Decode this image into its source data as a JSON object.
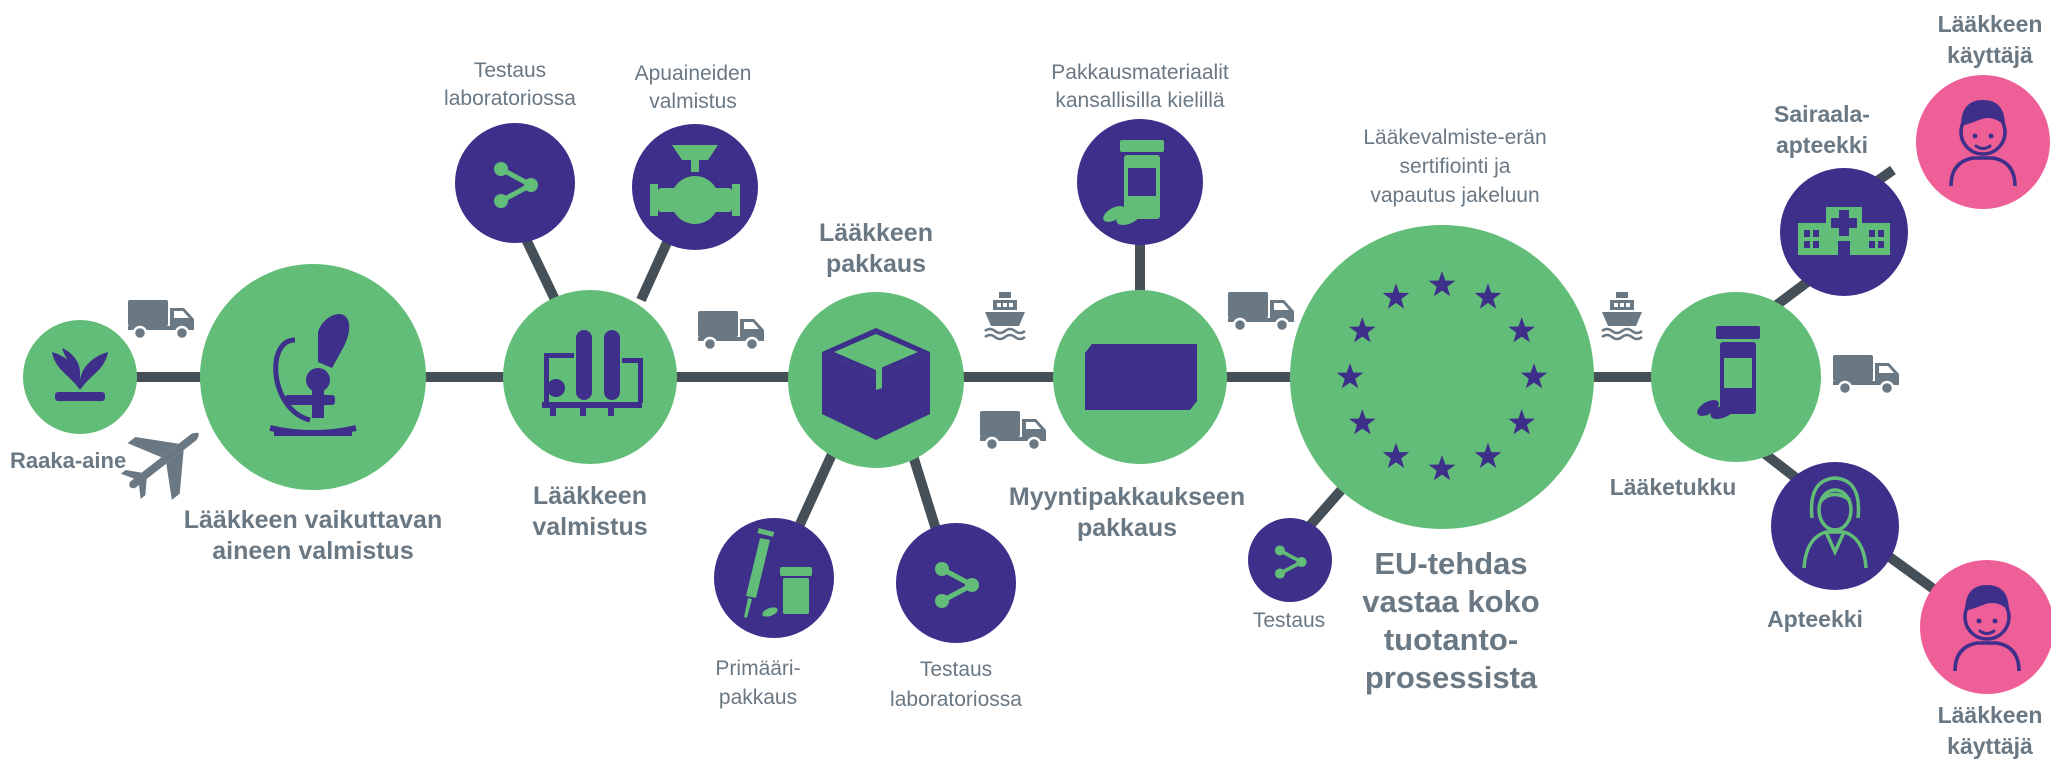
{
  "colors": {
    "green": "#62bd78",
    "purple": "#3e2f8a",
    "pink": "#ef5f97",
    "line": "#454f57",
    "text": "#6a7884",
    "icon_gray": "#6a7884"
  },
  "labels": {
    "raaka_aine": "Raaka-aine",
    "vaikuttava_1": "Lääkkeen vaikuttavan",
    "vaikuttava_2": "aineen valmistus",
    "testaus_lab_top_1": "Testaus",
    "testaus_lab_top_2": "laboratoriossa",
    "apuaine_1": "Apuaineiden",
    "apuaine_2": "valmistus",
    "valmistus_1": "Lääkkeen",
    "valmistus_2": "valmistus",
    "pakkaus_1": "Lääkkeen",
    "pakkaus_2": "pakkaus",
    "primaari_1": "Primääri-",
    "primaari_2": "pakkaus",
    "testaus_lab_bottom_1": "Testaus",
    "testaus_lab_bottom_2": "laboratoriossa",
    "pakkausmat_1": "Pakkausmateriaalit",
    "pakkausmat_2": "kansallisilla kielillä",
    "myynti_1": "Myyntipakkaukseen",
    "myynti_2": "pakkaus",
    "sertifiointi_1": "Lääkevalmiste-erän",
    "sertifiointi_2": "sertifiointi ja",
    "sertifiointi_3": "vapautus jakeluun",
    "testaus": "Testaus",
    "eu_1": "EU-tehdas",
    "eu_2": "vastaa koko",
    "eu_3": "tuotanto-",
    "eu_4": "prosessista",
    "laaketukku": "Lääketukku",
    "sairaala_1": "Sairaala-",
    "sairaala_2": "apteekki",
    "apteekki": "Apteekki",
    "kayttaja_top_1": "Lääkkeen",
    "kayttaja_top_2": "käyttäjä",
    "kayttaja_bottom_1": "Lääkkeen",
    "kayttaja_bottom_2": "käyttäjä"
  },
  "icons": {
    "raaka_aine": "plant-icon",
    "vaikuttava": "microscope-icon",
    "testaus": "share-network-icon",
    "apuaine": "valve-icon",
    "valmistus": "factory-tanks-icon",
    "pakkaus": "open-box-icon",
    "primaari": "syringe-bottle-icon",
    "pakkausmat": "pill-bottle-icon",
    "myynti": "package-box-icon",
    "eu": "eu-stars-icon",
    "laaketukku": "pill-bottle-icon",
    "sairaala": "hospital-icon",
    "apteekki": "pharmacist-icon",
    "kayttaja": "person-icon",
    "transport": [
      "truck-icon",
      "airplane-icon",
      "ship-icon"
    ]
  }
}
